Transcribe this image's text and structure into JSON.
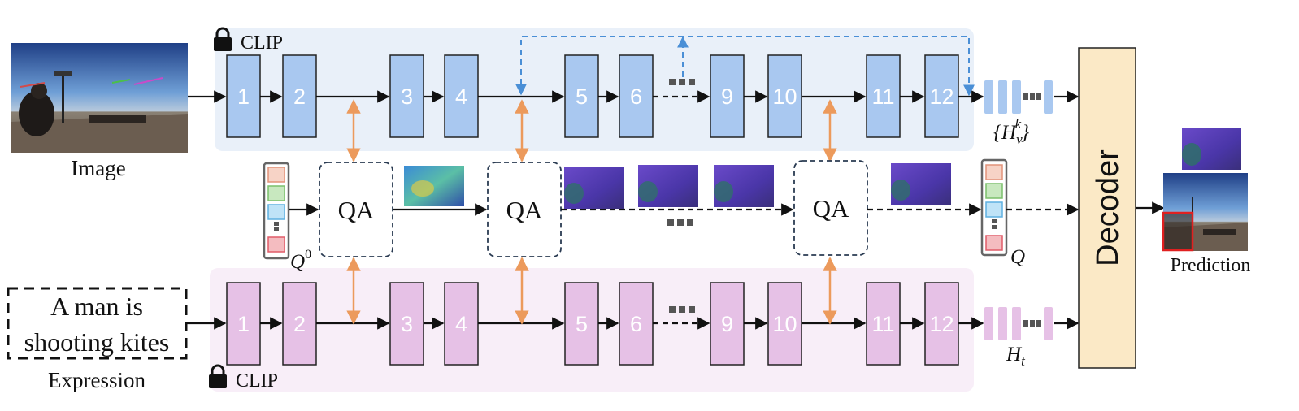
{
  "image_label": "Image",
  "expression_text_line1": "A man is",
  "expression_text_line2": "shooting kites",
  "expression_label": "Expression",
  "clip_label": "CLIP",
  "qa_label": "QA",
  "q0_label": "Q",
  "q0_sup": "0",
  "q_label": "Q",
  "hv_label": "{H",
  "hv_sub": "v",
  "hv_sup": "k",
  "hv_close": "}",
  "ht_label": "H",
  "ht_sub": "t",
  "decoder_label": "Decoder",
  "prediction_label": "Prediction",
  "layer_labels": [
    "1",
    "2",
    "3",
    "4",
    "5",
    "6",
    "9",
    "10",
    "11",
    "12"
  ],
  "colors": {
    "vision_block": "#a9c8f0",
    "vision_bg": "#e9f0f9",
    "text_block": "#e6c1e6",
    "text_bg": "#f8eef8",
    "decoder": "#fbe9c6",
    "orange_arrow": "#ec9a5c",
    "blue_dashed": "#4a8fd6",
    "query_colors": [
      "#f7d3c6",
      "#c8e8bf",
      "#bfe3f7",
      "#f4bcc0"
    ]
  },
  "icons": [
    "lock-icon",
    "ellipsis-icon"
  ]
}
